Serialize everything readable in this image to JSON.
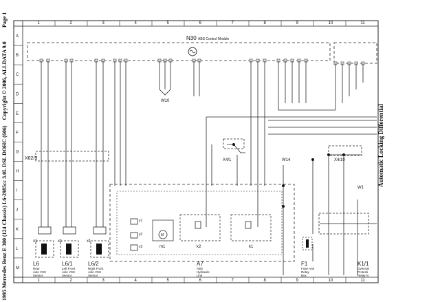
{
  "header": {
    "vehicle": "1995 Mercedes Benz E 300 (124 Chassis) L6-2985cc 3.0L DSL DOHC (606)",
    "copyright": "Copyright © 2006, ALLDATA 9.0",
    "page": "Page 1"
  },
  "side_title": "Automatic Locking Differential",
  "grid": {
    "columns": [
      "1",
      "2",
      "3",
      "4",
      "5",
      "6",
      "7",
      "8",
      "9",
      "10",
      "11"
    ],
    "rows": [
      "A",
      "B",
      "C",
      "D",
      "E",
      "F",
      "G",
      "H",
      "I",
      "J",
      "K",
      "L",
      "M"
    ]
  },
  "module": {
    "id": "N30",
    "name": "ABS Control Module"
  },
  "connectors": [
    "X62/3",
    "X4/1",
    "W14",
    "X4/10",
    "W1",
    "W10",
    "x1",
    "x1",
    "x1"
  ],
  "relays": [
    "k2",
    "k1",
    "m1",
    "y1",
    "y2",
    "y3"
  ],
  "components": [
    {
      "id": "L6",
      "desc": [
        "Rear",
        "Axle VSS",
        "Sensor"
      ]
    },
    {
      "id": "L6/1",
      "desc": [
        "Left Front",
        "Axle VSS",
        "Sensor"
      ]
    },
    {
      "id": "L6/2",
      "desc": [
        "Right Front",
        "Axle VSS",
        "Sensor"
      ]
    },
    {
      "id": "A7",
      "desc": [
        "ABS",
        "Hydraulic",
        "Unit"
      ]
    },
    {
      "id": "F1",
      "desc": [
        "Fuse And",
        "Relay",
        "Box"
      ]
    },
    {
      "id": "K1/1",
      "desc": [
        "Overvolt",
        "Protecti",
        "Relay N"
      ]
    }
  ]
}
